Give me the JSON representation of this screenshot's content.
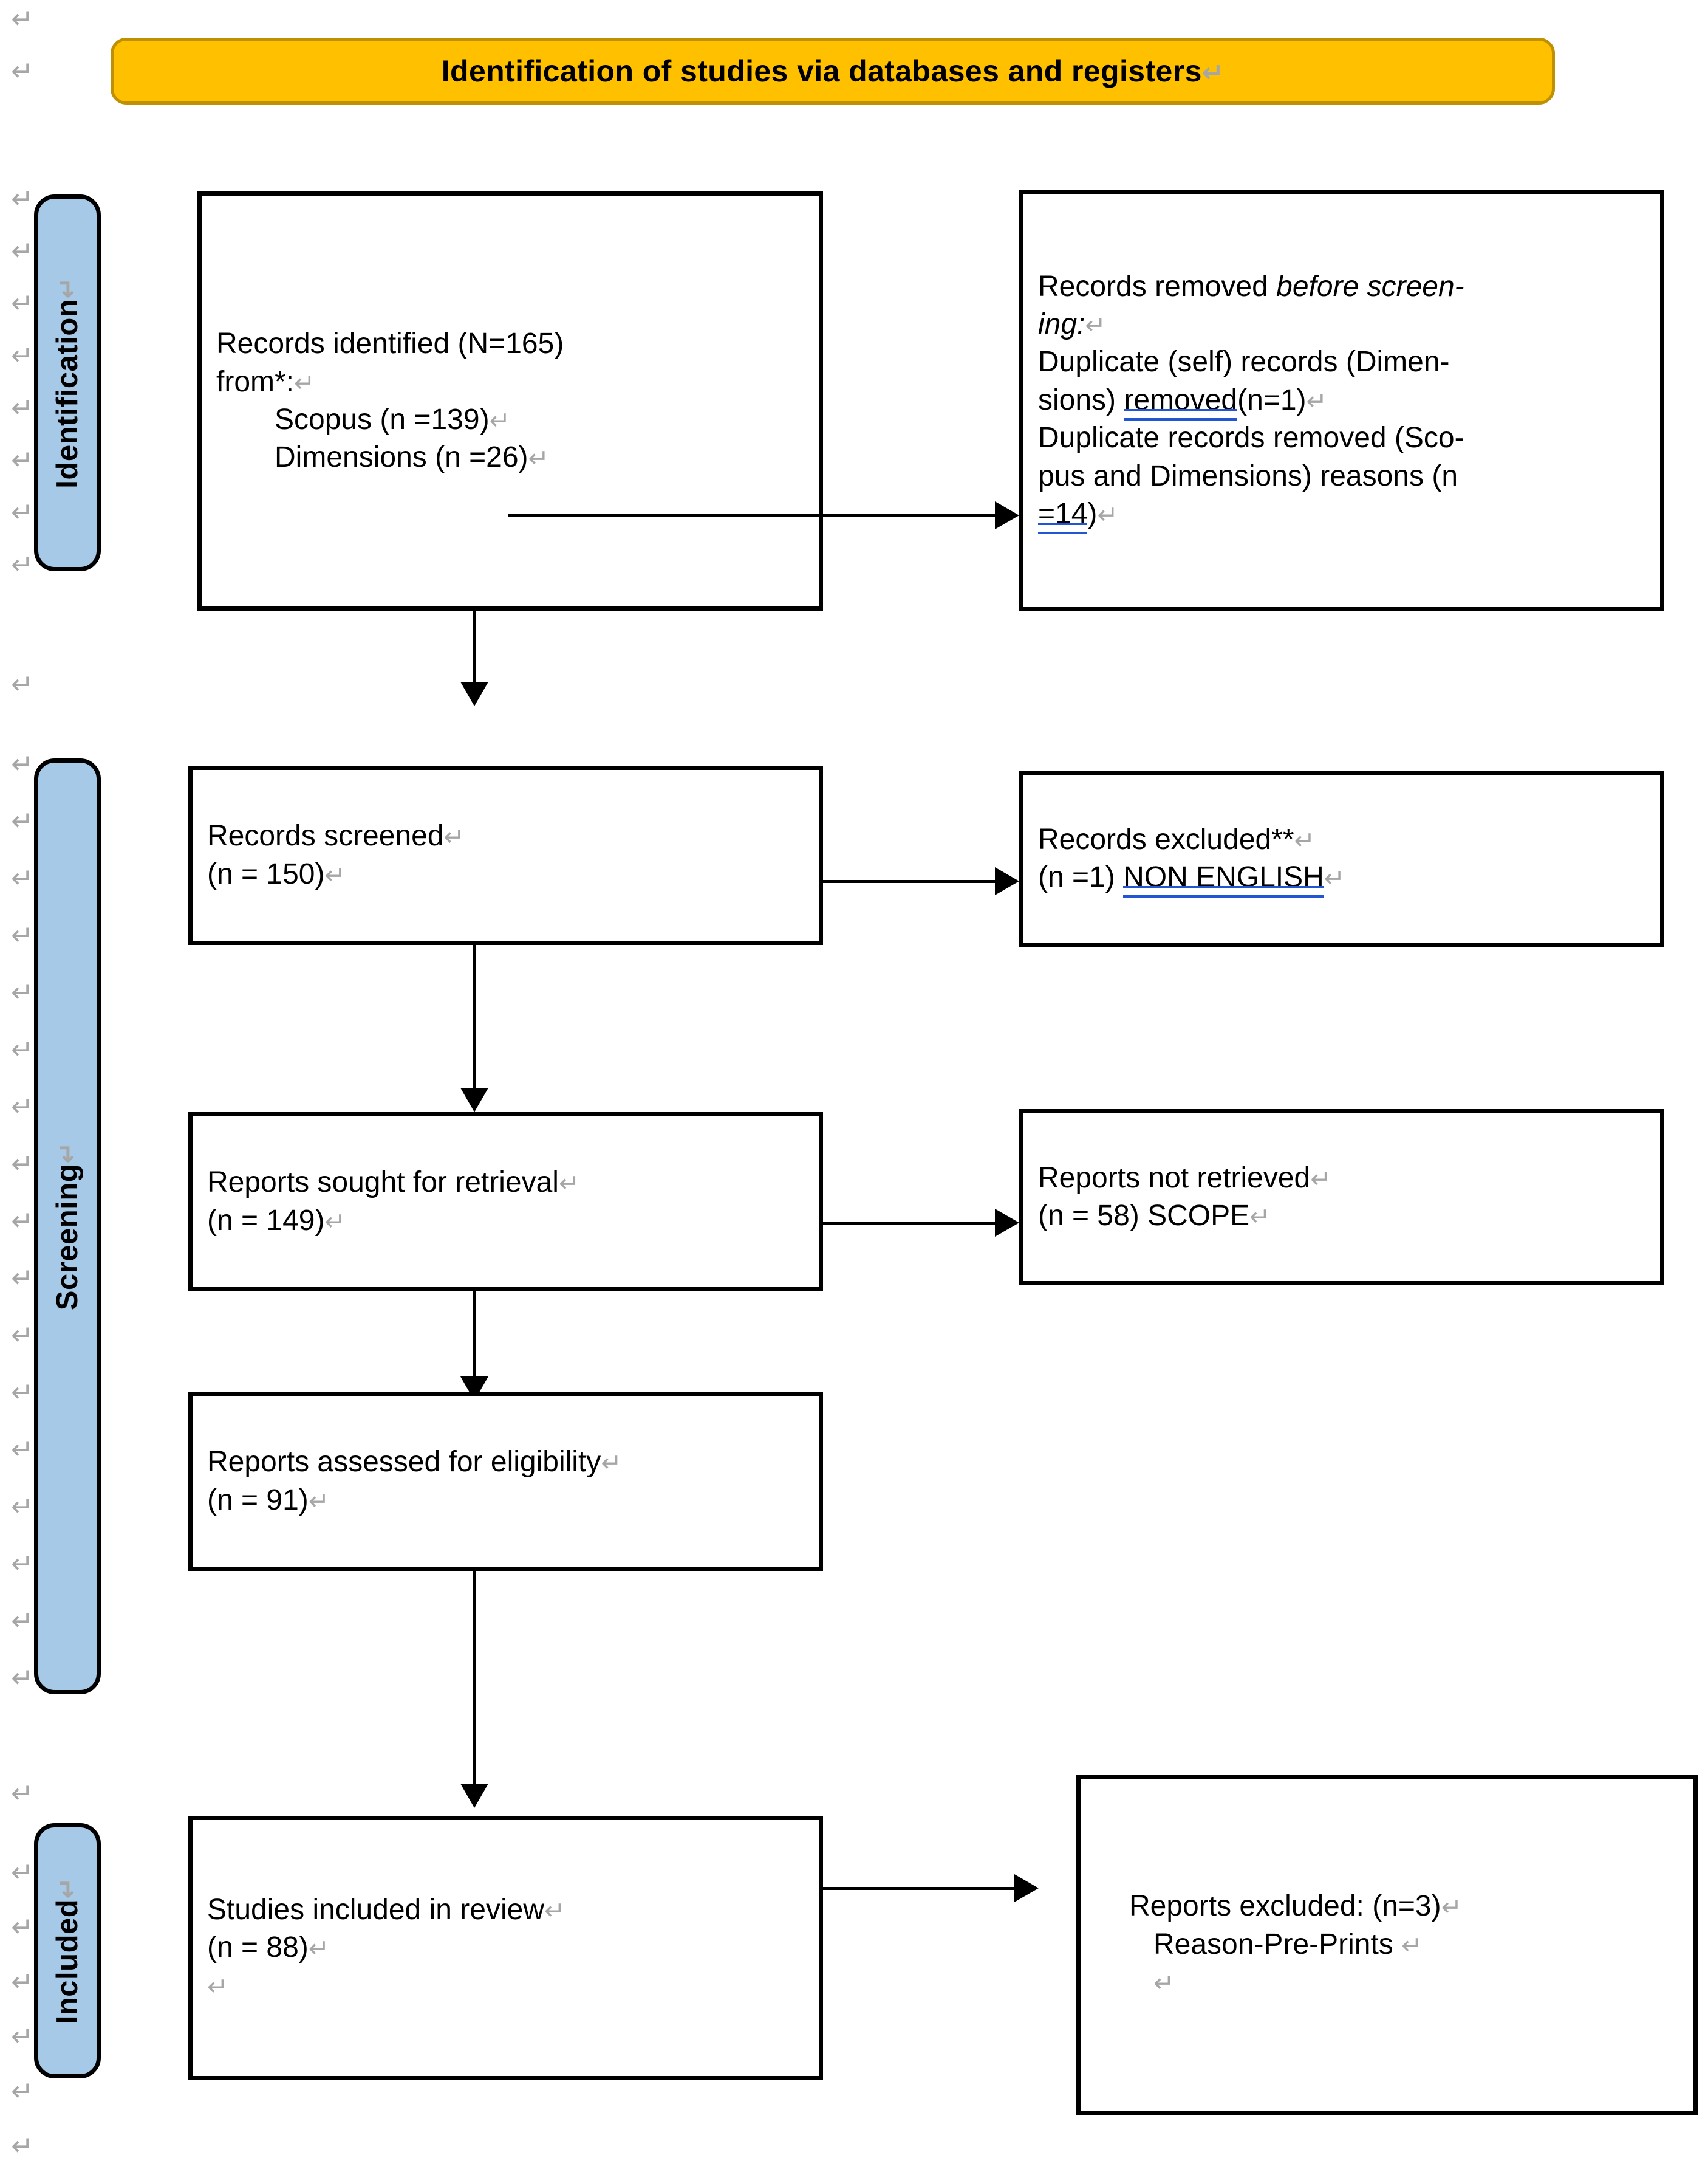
{
  "header": {
    "title": "Identification of studies via databases and registers",
    "pilcrow": "↵",
    "background_color": "#FFC000",
    "border_color": "#BF9000"
  },
  "stages": [
    {
      "label": "Identification",
      "pilcrow": "↵",
      "color": "#A6C9E8"
    },
    {
      "label": "Screening",
      "pilcrow": "↵",
      "color": "#A6C9E8"
    },
    {
      "label": "Included",
      "pilcrow": "↵",
      "color": "#A6C9E8"
    }
  ],
  "boxes": {
    "records_identified": {
      "line1": "Records identified (N=165) ",
      "line2": "from*:",
      "line3": "Scopus (n =139)",
      "line4": "Dimensions (n =26)"
    },
    "records_removed": {
      "line1_a": "Records removed ",
      "line1_b": "before screen-",
      "line2": "ing:",
      "line3_a": "Duplicate (self) records (Dimen-",
      "line3_b": "sions) ",
      "line3_grammar": "removed  ",
      "line3_c": "(n=1)",
      "line4_a": "Duplicate records removed (Sco-",
      "line4_b": "pus and Dimensions) reasons (n ",
      "line4_grammar": "=14 ",
      "line4_c": ")"
    },
    "records_screened": {
      "line1": "Records screened",
      "line2": "(n = 150)"
    },
    "records_excluded": {
      "line1": "Records excluded**",
      "line2_a": "(n =1) ",
      "line2_grammar": "NON ENGLISH"
    },
    "reports_sought": {
      "line1": "Reports sought for retrieval",
      "line2": "(n = 149)"
    },
    "reports_not_retrieved": {
      "line1": "Reports not retrieved",
      "line2": "(n = 58) SCOPE"
    },
    "reports_assessed": {
      "line1": "Reports assessed for eligibility",
      "line2": "(n = 91)"
    },
    "studies_included": {
      "line1": "Studies included in review",
      "line2": "(n = 88)",
      "line3": ""
    },
    "reports_excluded_final": {
      "line1": "Reports excluded:  (n=3)",
      "line2": "Reason-Pre-Prints ",
      "line3": ""
    }
  },
  "margin_marks": {
    "glyph": "↵",
    "color": "#A6A6A6",
    "positions": [
      10,
      96,
      306,
      392,
      478,
      564,
      650,
      736,
      822,
      908,
      1105,
      1236,
      1330,
      1424,
      1518,
      1612,
      1706,
      1800,
      1894,
      1988,
      2082,
      2176,
      2270,
      2364,
      2458,
      2552,
      2646,
      2740,
      2930,
      3060,
      3150,
      3240,
      3330,
      3420,
      3510
    ]
  }
}
